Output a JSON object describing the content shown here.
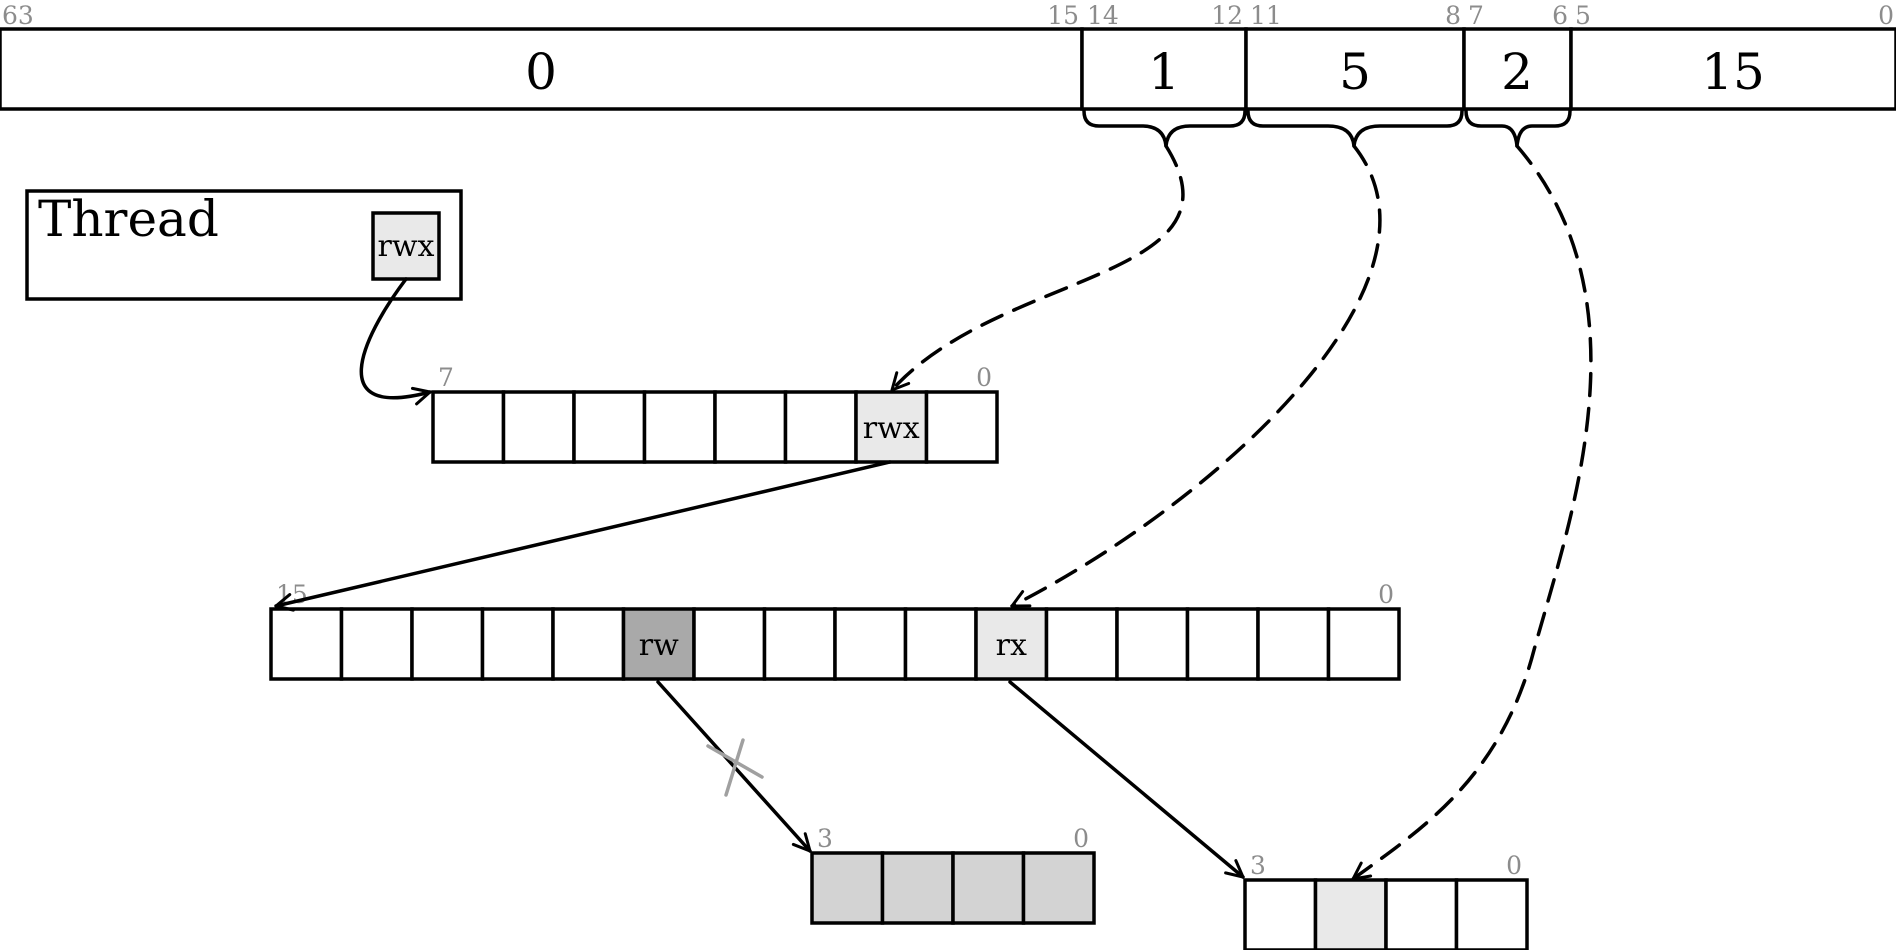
{
  "address": {
    "bit_labels": [
      "63",
      "15",
      "14",
      "12",
      "11",
      "8",
      "7",
      "6",
      "5",
      "0"
    ],
    "fields": [
      "0",
      "1",
      "5",
      "2",
      "15"
    ]
  },
  "thread": {
    "label": "Thread",
    "perm": "rwx"
  },
  "level1": {
    "hi_label": "7",
    "lo_label": "0",
    "cells": [
      "",
      "",
      "",
      "",
      "",
      "",
      "rwx",
      ""
    ],
    "fill": [
      "none",
      "none",
      "none",
      "none",
      "none",
      "none",
      "light",
      "none"
    ]
  },
  "level2": {
    "hi_label": "15",
    "lo_label": "0",
    "cells": [
      "",
      "",
      "",
      "",
      "",
      "rw",
      "",
      "",
      "",
      "",
      "rx",
      "",
      "",
      "",
      "",
      ""
    ],
    "fill": [
      "none",
      "none",
      "none",
      "none",
      "none",
      "dark",
      "none",
      "none",
      "none",
      "none",
      "light",
      "none",
      "none",
      "none",
      "none",
      "none"
    ]
  },
  "level3a": {
    "hi_label": "3",
    "lo_label": "0",
    "cells": [
      "",
      "",
      "",
      ""
    ],
    "fill": [
      "mid",
      "mid",
      "mid",
      "mid"
    ]
  },
  "level3b": {
    "hi_label": "3",
    "lo_label": "0",
    "cells": [
      "",
      "",
      "",
      ""
    ],
    "fill": [
      "none",
      "light",
      "none",
      "none"
    ]
  },
  "colors": {
    "none": "#ffffff",
    "light": "#e9e9e9",
    "mid": "#d3d3d3",
    "dark": "#a9a9a9",
    "bit_label": "#8c8c8c",
    "cross": "#a0a0a0"
  }
}
